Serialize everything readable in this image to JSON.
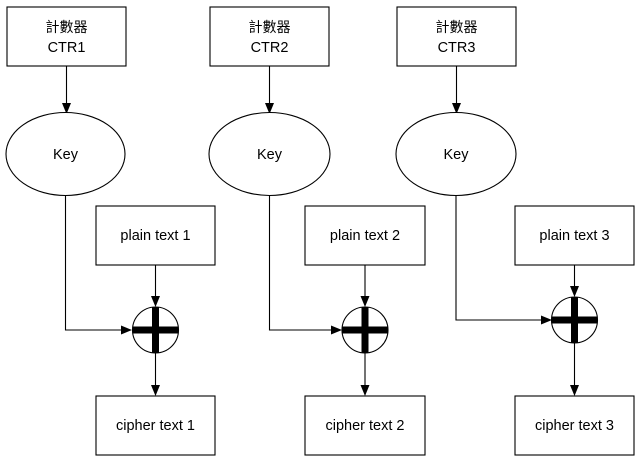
{
  "diagram": {
    "title": "CTR mode block cipher encryption diagram",
    "background_color": "#ffffff",
    "stroke_color": "#000000",
    "columns": [
      {
        "id": "col1",
        "counter": {
          "line1": "計數器",
          "line2": "CTR1"
        },
        "key": "Key",
        "plaintext": "plain text 1",
        "ciphertext": "cipher text 1",
        "operator": "xor"
      },
      {
        "id": "col2",
        "counter": {
          "line1": "計數器",
          "line2": "CTR2"
        },
        "key": "Key",
        "plaintext": "plain text 2",
        "ciphertext": "cipher text 2",
        "operator": "xor"
      },
      {
        "id": "col3",
        "counter": {
          "line1": "計數器",
          "line2": "CTR3"
        },
        "key": "Key",
        "plaintext": "plain text 3",
        "ciphertext": "cipher text 3",
        "operator": "xor"
      }
    ]
  }
}
